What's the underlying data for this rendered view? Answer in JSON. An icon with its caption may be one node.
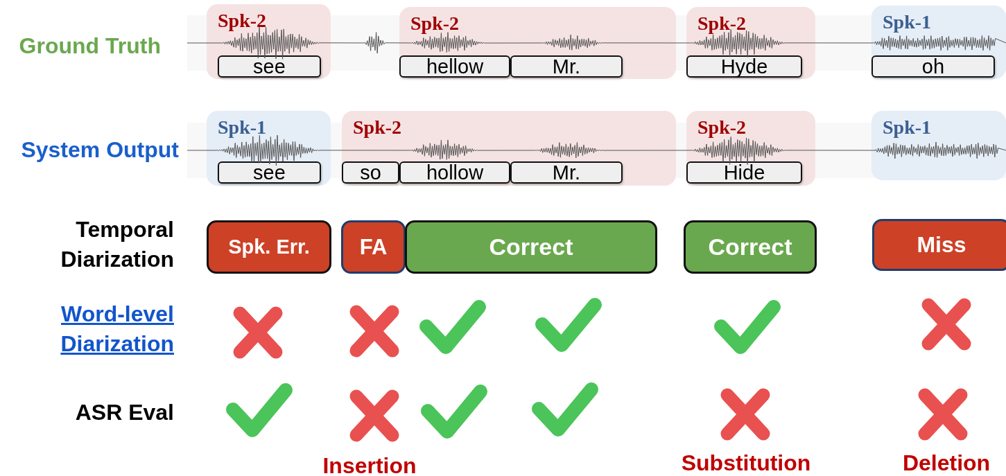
{
  "diagram": {
    "nodes": [
      {
        "text": [
          "Spk-2"
        ]
      },
      {
        "text": [
          "see"
        ],
        "in": 0
      },
      {
        "text": [
          "Spk-2"
        ]
      },
      {
        "text": [
          "hellow"
        ],
        "in": 2
      },
      {
        "text": [
          "Mr."
        ],
        "in": 2
      },
      {
        "text": [
          "Spk-2"
        ]
      },
      {
        "text": [
          "Hyde"
        ],
        "in": 5
      },
      {
        "text": [
          "Spk-1"
        ]
      },
      {
        "text": [
          "oh"
        ],
        "in": 7
      },
      {
        "text": [
          "Spk-1"
        ]
      },
      {
        "text": [
          "see"
        ],
        "in": 9
      },
      {
        "text": [
          "Spk-2"
        ]
      },
      {
        "text": [
          "so"
        ],
        "in": 11
      },
      {
        "text": [
          "hollow"
        ],
        "in": 11
      },
      {
        "text": [
          "Mr."
        ],
        "in": 11
      },
      {
        "text": [
          "Spk-2"
        ]
      },
      {
        "text": [
          "Hide"
        ],
        "in": 15
      },
      {
        "text": [
          "Spk-1"
        ]
      },
      {
        "text": [
          "Spk. Err."
        ]
      },
      {
        "text": [
          "FA"
        ]
      },
      {
        "text": [
          "Correct"
        ]
      },
      {
        "text": [
          "Correct"
        ]
      },
      {
        "text": [
          "Miss"
        ]
      }
    ],
    "labels": [
      "Ground Truth",
      "System Output",
      "Temporal Diarization",
      "Word-level Diarization",
      "ASR Eval",
      "Insertion",
      "Substitution",
      "Deletion"
    ]
  }
}
